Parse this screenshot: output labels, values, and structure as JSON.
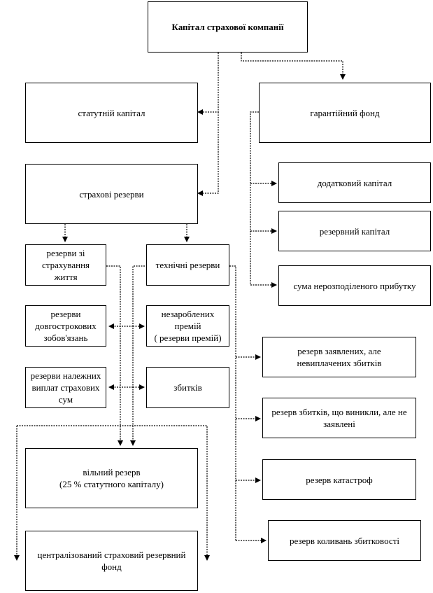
{
  "diagram": {
    "title": "Капітал страхової компанії",
    "statutory_capital": "статутній капітал",
    "guarantee_fund": "гарантійний фонд",
    "insurance_reserves": "страхові резерви",
    "additional_capital": "додатковий капітал",
    "reserve_capital": "резервний капітал",
    "retained_earnings": "сума нерозподіленого прибутку",
    "life_reserves": "резерви зі\nстрахування\nжиття",
    "technical_reserves": "технічні резерви",
    "longterm_reserves": "резерви\nдовгострокових\nзобов'язань",
    "unearned_premiums": "незароблених\nпремій\n( резерви премій)",
    "due_payments_reserves": "резерви належних\nвиплат страхових\nсум",
    "losses": "збитків",
    "reported_unpaid": "резерв заявлених, але\nневиплачених збитків",
    "incurred_not_reported": "резерв збитків, що виникли, але не\nзаявлені",
    "catastrophe_reserve": "резерв катастроф",
    "loss_fluctuation_reserve": "резерв коливань збитковості",
    "free_reserve": "вільний резерв\n(25 % статутного капіталу)",
    "centralized_fund": "централізований страховий резервний\nфонд"
  }
}
